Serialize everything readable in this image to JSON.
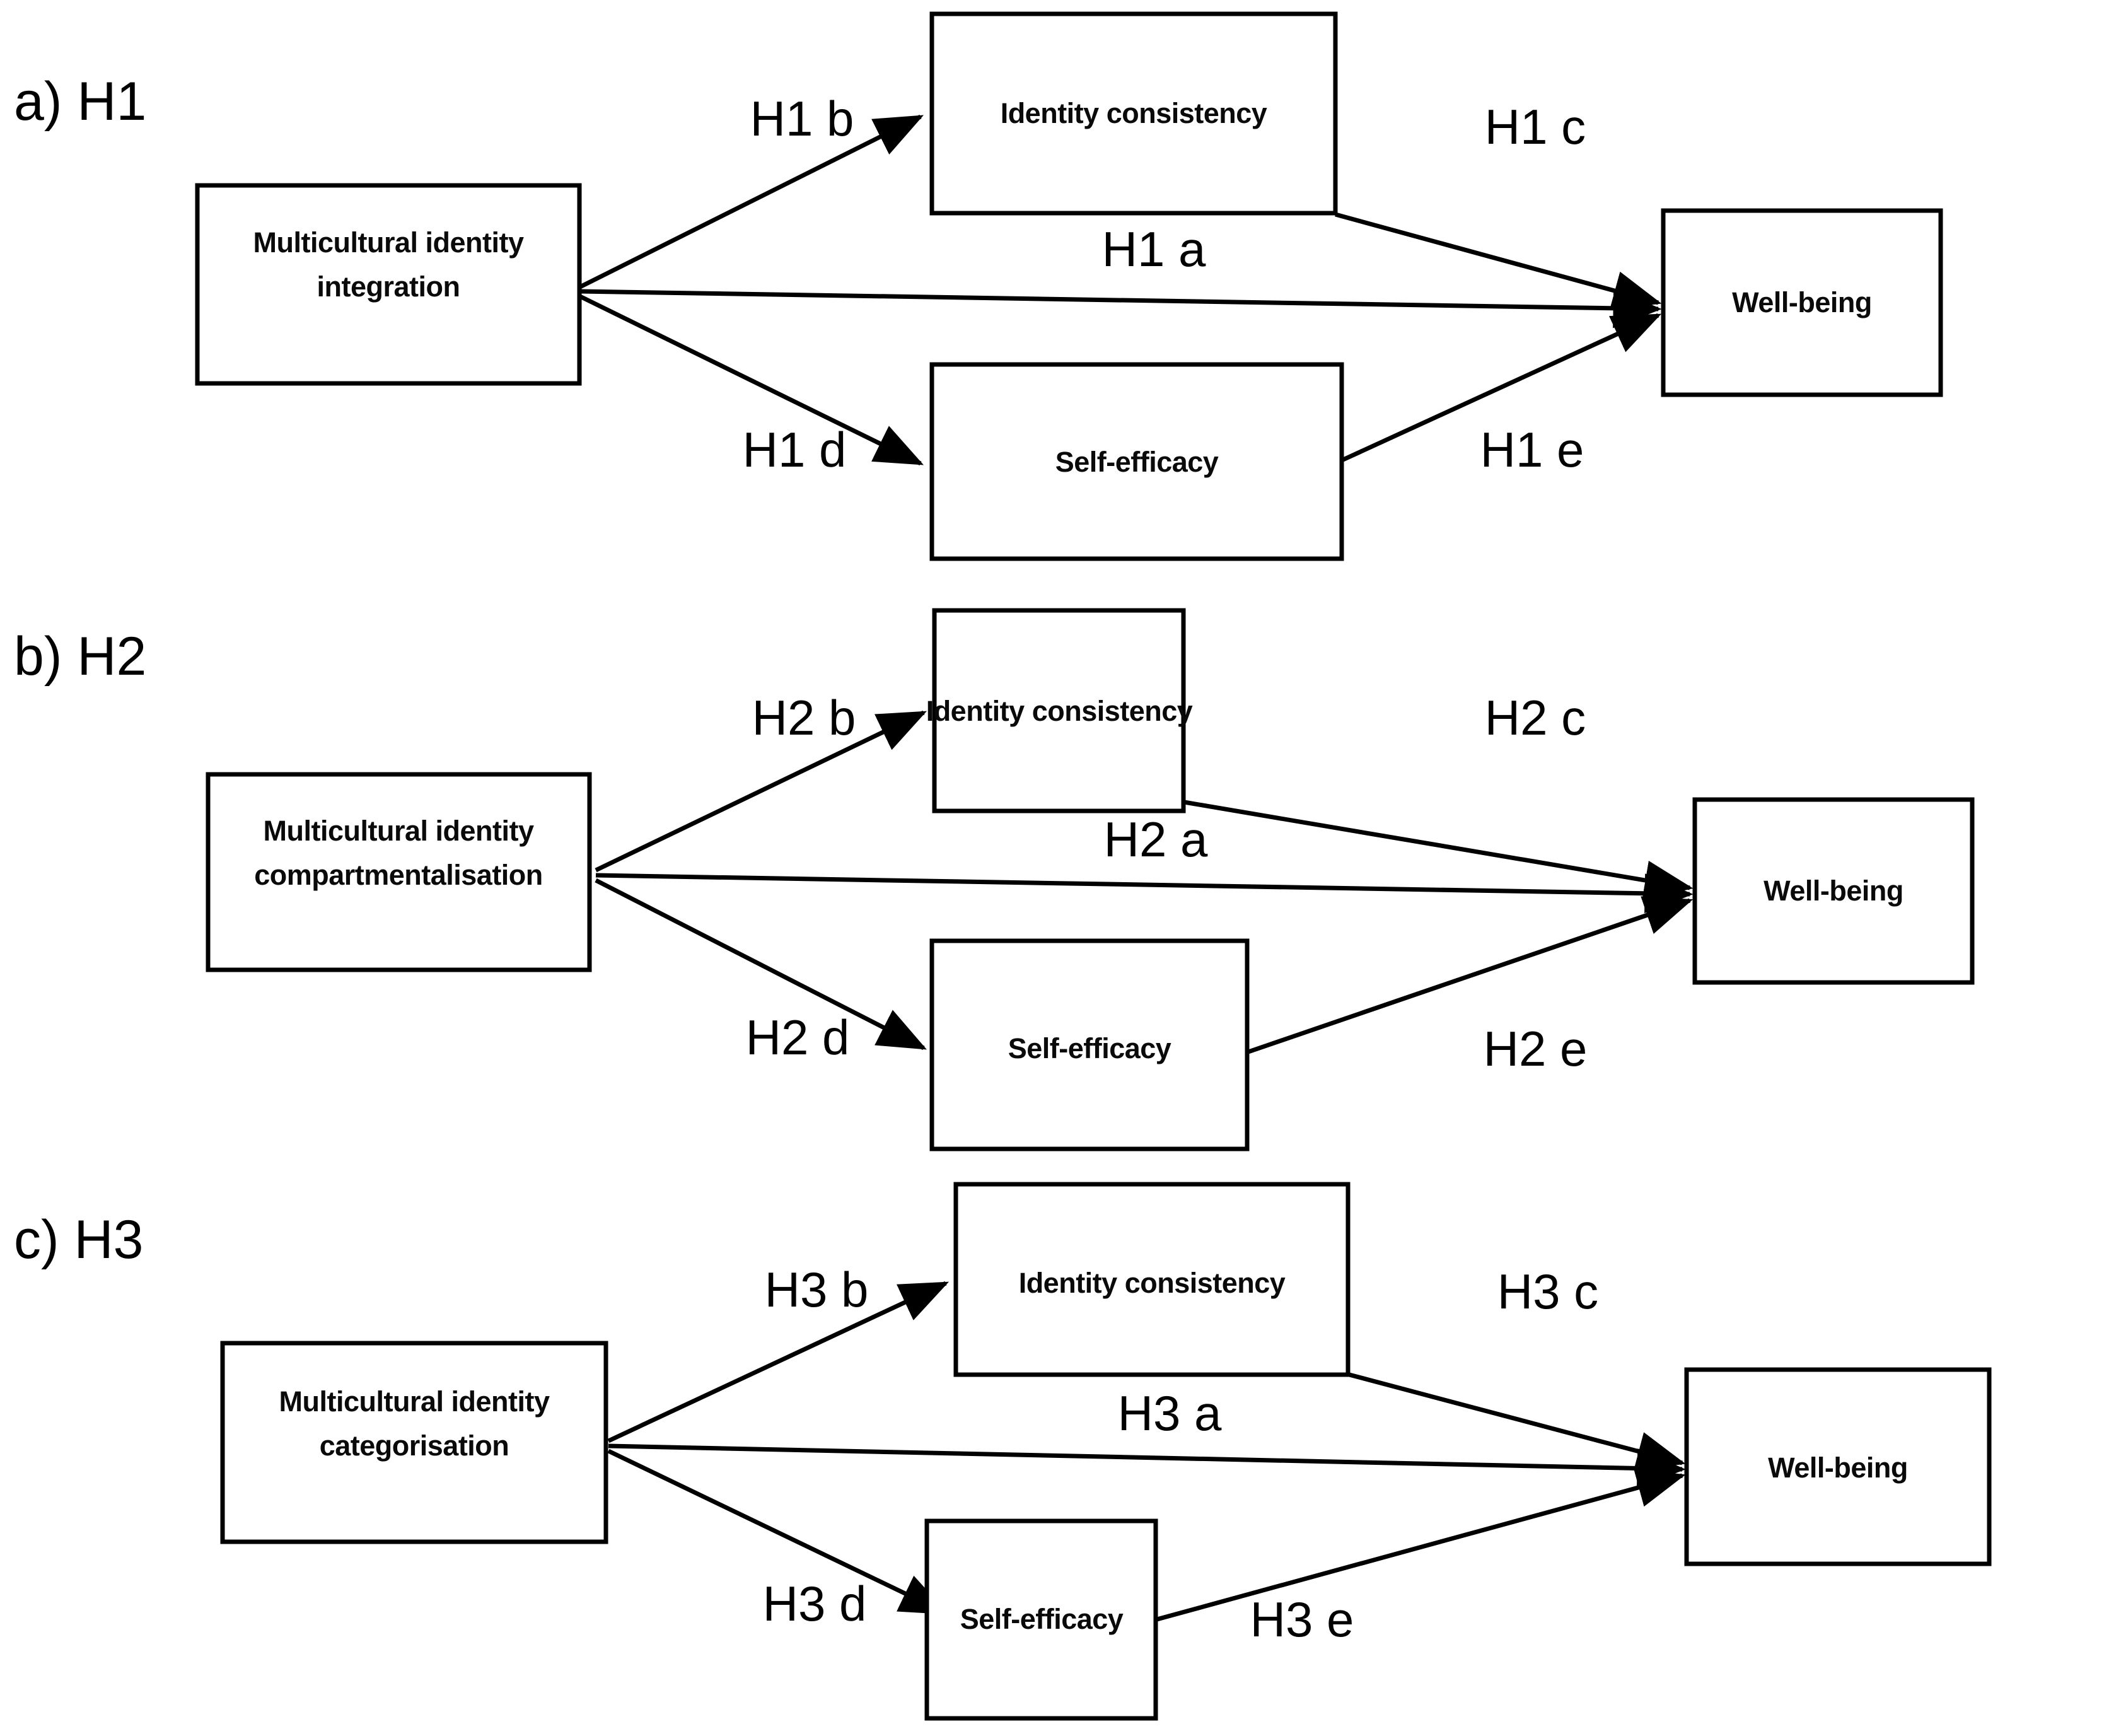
{
  "figure": {
    "title": "Hypothesised mediation models H1-H3",
    "background_color": "#ffffff",
    "line_color": "#000000"
  },
  "panels": [
    {
      "id": "panel-h1",
      "label": "a) H1",
      "nodes": {
        "predictor_line1": "Multicultural identity",
        "predictor_line2": "integration",
        "mediator_top": "Identity consistency",
        "mediator_bottom": "Self-efficacy",
        "outcome": "Well-being"
      },
      "edges": {
        "direct": "H1 a",
        "to_mediator_top": "H1 b",
        "mediator_top_to_outcome": "H1 c",
        "to_mediator_bottom": "H1 d",
        "mediator_bottom_to_outcome": "H1 e"
      }
    },
    {
      "id": "panel-h2",
      "label": "b) H2",
      "nodes": {
        "predictor_line1": "Multicultural identity",
        "predictor_line2": "compartmentalisation",
        "mediator_top": "Identity consistency",
        "mediator_bottom": "Self-efficacy",
        "outcome": "Well-being"
      },
      "edges": {
        "direct": "H2 a",
        "to_mediator_top": "H2 b",
        "mediator_top_to_outcome": "H2 c",
        "to_mediator_bottom": "H2 d",
        "mediator_bottom_to_outcome": "H2 e"
      }
    },
    {
      "id": "panel-h3",
      "label": "c) H3",
      "nodes": {
        "predictor_line1": "Multicultural identity",
        "predictor_line2": "categorisation",
        "mediator_top": "Identity consistency",
        "mediator_bottom": "Self-efficacy",
        "outcome": "Well-being"
      },
      "edges": {
        "direct": "H3 a",
        "to_mediator_top": "H3 b",
        "mediator_top_to_outcome": "H3 c",
        "to_mediator_bottom": "H3 d",
        "mediator_bottom_to_outcome": "H3 e"
      }
    }
  ]
}
